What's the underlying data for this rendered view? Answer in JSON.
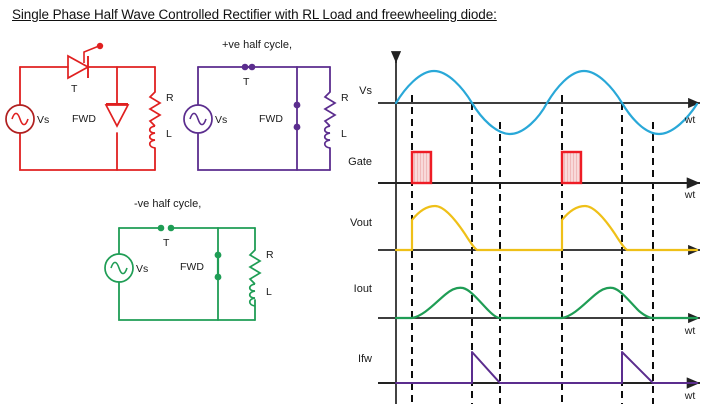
{
  "page": {
    "title": "Single Phase Half  Wave Controlled Rectifier with RL Load and freewheeling diode:"
  },
  "colors": {
    "circuit_main": "#e02020",
    "circuit_positive": "#5b2d8e",
    "circuit_negative": "#1f9d55",
    "source_vs": "#29a8d8",
    "gate_pulse": "#ee1c25",
    "gate_fill": "#f6c9c9",
    "vout": "#efc018",
    "iout": "#1f9d55",
    "ifw": "#5b2d8e",
    "axis": "#222222",
    "dashed": "#000000"
  },
  "circuits": [
    {
      "id": "main-circuit",
      "heading": "",
      "color": "#e02020",
      "source_label": "Vs",
      "switch_label": "T",
      "switch_type": "thyristor",
      "fwd_label": "FWD",
      "fwd_type": "diode",
      "resistor_label": "R",
      "inductor_label": "L"
    },
    {
      "id": "positive-half-cycle-circuit",
      "heading": "+ve half cycle,",
      "color": "#5b2d8e",
      "source_label": "Vs",
      "switch_label": "T",
      "switch_type": "switch-closed",
      "fwd_label": "FWD",
      "fwd_type": "switch-open",
      "resistor_label": "R",
      "inductor_label": "L"
    },
    {
      "id": "negative-half-cycle-circuit",
      "heading": "-ve half cycle,",
      "color": "#1f9d55",
      "source_label": "Vs",
      "switch_label": "T",
      "switch_type": "switch-open",
      "fwd_label": "FWD",
      "fwd_type": "switch-closed",
      "resistor_label": "R",
      "inductor_label": "L"
    }
  ],
  "waveforms": {
    "axis_label": "wt",
    "rows": [
      {
        "id": "vs",
        "label": "Vs",
        "color": "#29a8d8",
        "axis_label": "wt",
        "show_axis_label": true
      },
      {
        "id": "gate",
        "label": "Gate",
        "color": "#ee1c25",
        "axis_label": "wt",
        "show_axis_label": true
      },
      {
        "id": "vout",
        "label": "Vout",
        "color": "#efc018",
        "axis_label": "",
        "show_axis_label": false
      },
      {
        "id": "iout",
        "label": "Iout",
        "color": "#1f9d55",
        "axis_label": "wt",
        "show_axis_label": true
      },
      {
        "id": "ifw",
        "label": "Ifw",
        "color": "#5b2d8e",
        "axis_label": "wt",
        "show_axis_label": true
      }
    ]
  },
  "chart_data": {
    "type": "line",
    "title": "Single Phase Half Wave Controlled Rectifier with RL Load and freewheeling diode waveforms",
    "xlabel": "wt",
    "x_unit": "radians",
    "firing_angle_deg": 30,
    "extinction_angle_deg": 210,
    "x_markers_deg": [
      30,
      180,
      210,
      390,
      540,
      570
    ],
    "series": [
      {
        "name": "Vs",
        "color": "#29a8d8",
        "type": "sine",
        "amplitude": 1.0,
        "periods": 2,
        "description": "Source voltage, full sinusoid over two cycles"
      },
      {
        "name": "Gate",
        "color": "#ee1c25",
        "type": "pulse",
        "pulse_starts_deg": [
          30,
          390
        ],
        "pulse_width_deg": 18,
        "amplitude": 1.0,
        "description": "Gate trigger pulses at firing angle each cycle"
      },
      {
        "name": "Vout",
        "color": "#efc018",
        "type": "rectified-sine-segment",
        "conduction_start_deg": [
          30,
          390
        ],
        "conduction_end_deg": [
          210,
          570
        ],
        "amplitude": 1.0,
        "description": "Output voltage conducts from firing angle to extinction angle, zero elsewhere"
      },
      {
        "name": "Iout",
        "color": "#1f9d55",
        "type": "half-sine-lagging",
        "conduction_start_deg": [
          30,
          390
        ],
        "conduction_end_deg": [
          180,
          540
        ],
        "amplitude": 0.85,
        "description": "Load current rises and decays within conduction interval"
      },
      {
        "name": "Ifw",
        "color": "#5b2d8e",
        "type": "sawtooth-decay",
        "pulse_starts_deg": [
          180,
          540
        ],
        "pulse_ends_deg": [
          210,
          570
        ],
        "amplitude": 0.9,
        "description": "Freewheeling diode current jumps at 180 deg then decays linearly to zero"
      }
    ]
  }
}
